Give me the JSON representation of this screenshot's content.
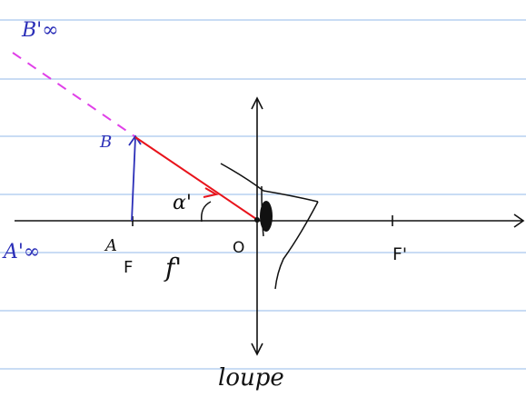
{
  "colors": {
    "paper_line": "#a9c8ee",
    "ink_black": "#111111",
    "ink_blue": "#2b2fb8",
    "ray_red": "#e8131b",
    "dash_magenta": "#e040e8"
  },
  "labels": {
    "b_infinity": "B'∞",
    "a_infinity": "A'∞",
    "point_b": "B",
    "point_a": "A",
    "focal_f": "F",
    "focal_f_prime": "F'",
    "focal_length": "f'",
    "angle_alpha": "α'",
    "optical_center": "O",
    "lens_name": "loupe"
  },
  "icons": {
    "lens": "double-arrow-lens-icon",
    "eye": "eye-icon"
  }
}
